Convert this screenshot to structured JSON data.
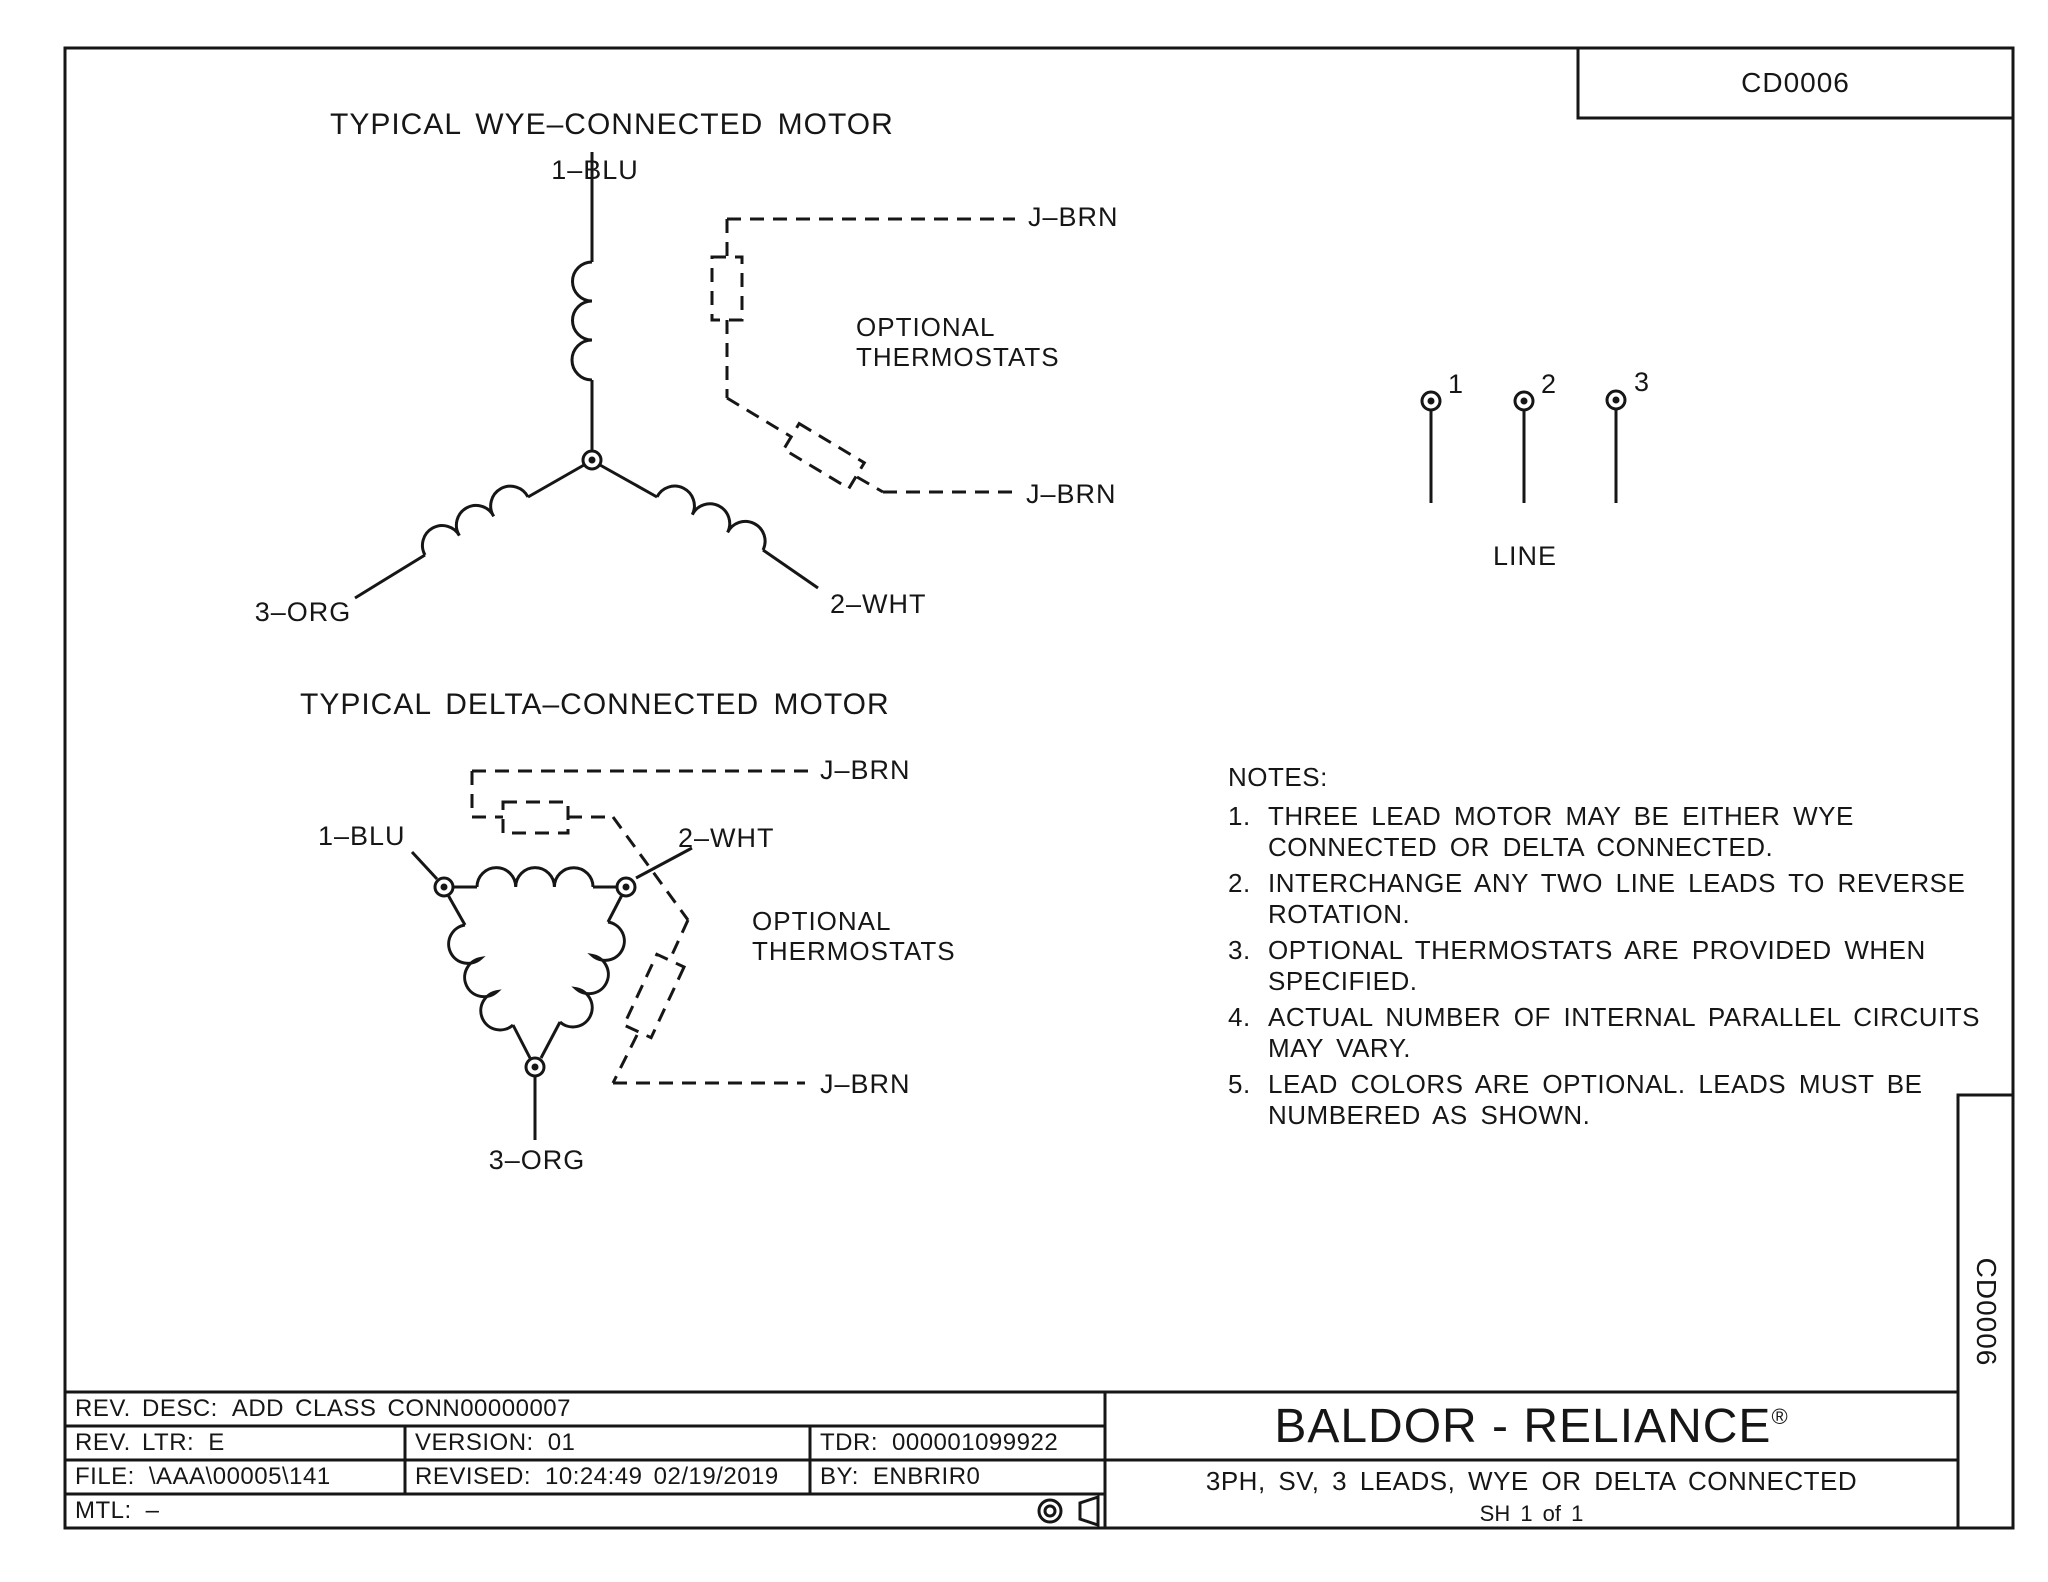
{
  "doc_number": "CD0006",
  "wye": {
    "title": "TYPICAL WYE–CONNECTED MOTOR",
    "lead_top": "1–BLU",
    "lead_left": "3–ORG",
    "lead_right": "2–WHT",
    "thermostat_lead_top": "J–BRN",
    "thermostat_lead_bottom": "J–BRN",
    "optional_line1": "OPTIONAL",
    "optional_line2": "THERMOSTATS"
  },
  "delta": {
    "title": "TYPICAL DELTA–CONNECTED MOTOR",
    "lead_top_left": "1–BLU",
    "lead_top_right": "2–WHT",
    "lead_bottom": "3–ORG",
    "thermostat_lead_top": "J–BRN",
    "thermostat_lead_bottom": "J–BRN",
    "optional_line1": "OPTIONAL",
    "optional_line2": "THERMOSTATS"
  },
  "line_diagram": {
    "terminal_1": "1",
    "terminal_2": "2",
    "terminal_3": "3",
    "label": "LINE"
  },
  "notes": {
    "heading": "NOTES:",
    "items": [
      {
        "num": "1.",
        "lines": [
          "THREE LEAD MOTOR MAY BE EITHER WYE",
          "CONNECTED OR DELTA CONNECTED."
        ]
      },
      {
        "num": "2.",
        "lines": [
          "INTERCHANGE ANY TWO LINE LEADS TO REVERSE",
          "ROTATION."
        ]
      },
      {
        "num": "3.",
        "lines": [
          "OPTIONAL THERMOSTATS ARE PROVIDED WHEN",
          "SPECIFIED."
        ]
      },
      {
        "num": "4.",
        "lines": [
          "ACTUAL NUMBER OF INTERNAL PARALLEL CIRCUITS",
          "MAY VARY."
        ]
      },
      {
        "num": "5.",
        "lines": [
          "LEAD COLORS ARE OPTIONAL.  LEADS MUST BE",
          "NUMBERED AS SHOWN."
        ]
      }
    ]
  },
  "title_block": {
    "rev_desc_label": "REV. DESC:",
    "rev_desc_value": "ADD CLASS CONN00000007",
    "rev_ltr_label": "REV. LTR:",
    "rev_ltr_value": "E",
    "version_label": "VERSION:",
    "version_value": "01",
    "tdr_label": "TDR:",
    "tdr_value": "000001099922",
    "file_label": "FILE:",
    "file_value": "\\AAA\\00005\\141",
    "revised_label": "REVISED:",
    "revised_value": "10:24:49  02/19/2019",
    "by_label": "BY:",
    "by_value": "ENBRIR0",
    "mtl_label": "MTL:",
    "mtl_value": "–",
    "brand": "BALDOR - RELIANCE",
    "reg_mark": "®",
    "subtitle": "3PH, SV, 3 LEADS, WYE OR DELTA CONNECTED",
    "sheet": "SH 1 of 1"
  }
}
